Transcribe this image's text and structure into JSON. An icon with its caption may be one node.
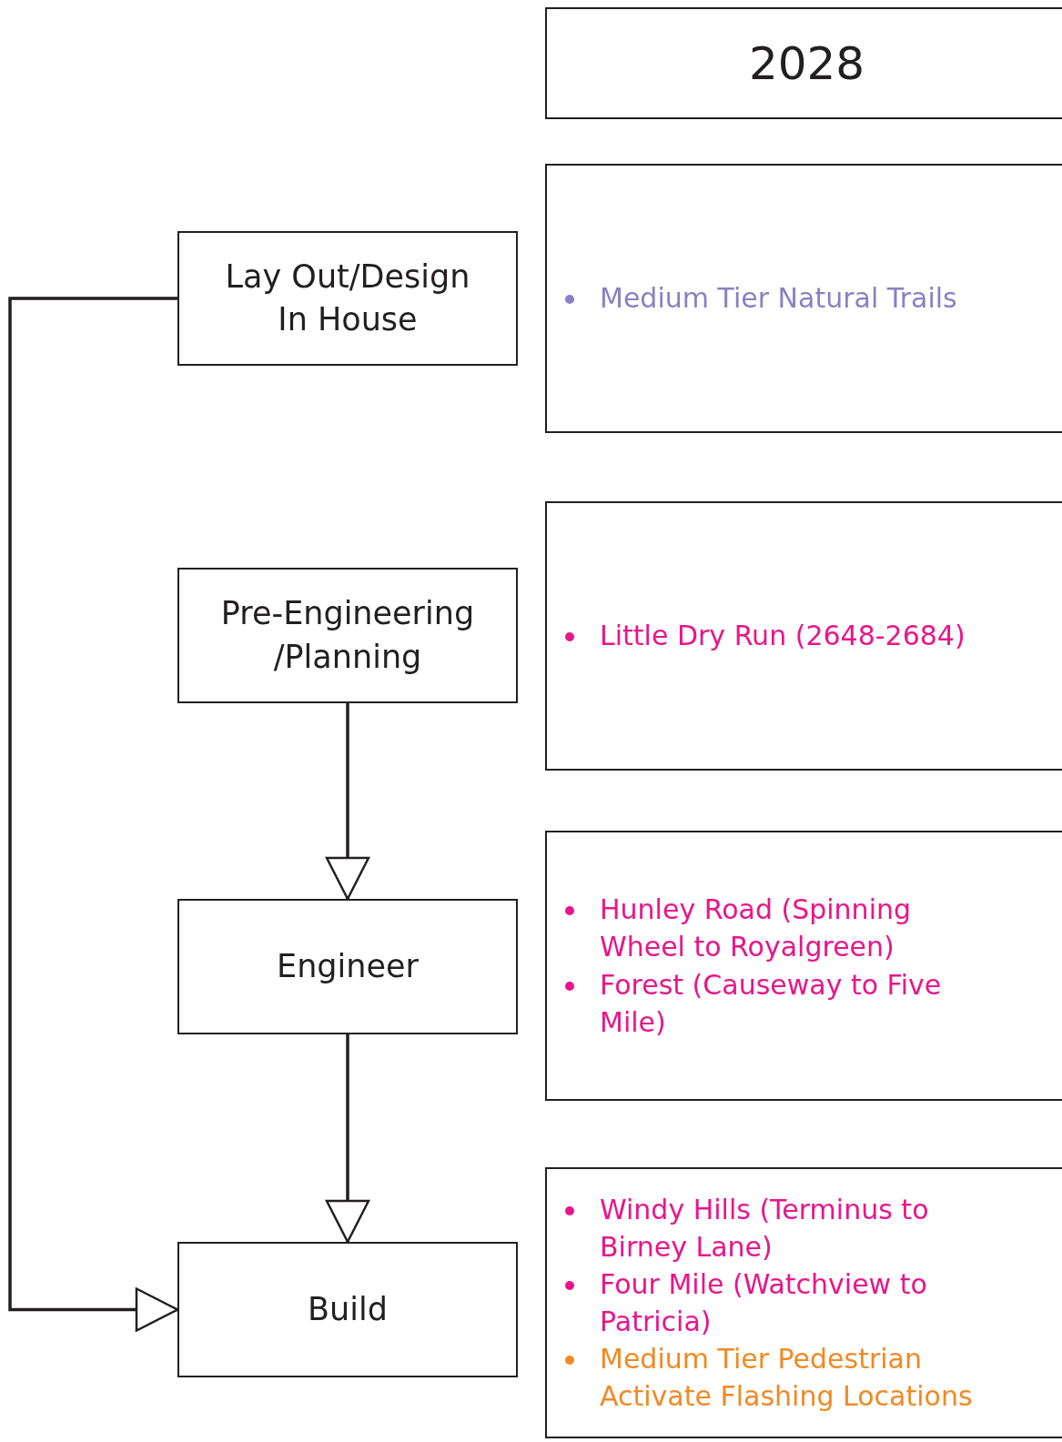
{
  "diagram": {
    "nodes": [
      {
        "text": [
          "2028"
        ]
      },
      {
        "text": [
          "Lay Out/Design In House"
        ]
      },
      {
        "text": [
          "Medium Tier Natural Trails"
        ]
      },
      {
        "text": [
          "Pre-Engineering /Planning"
        ]
      },
      {
        "text": [
          "Little Dry Run (2648-2684)"
        ]
      },
      {
        "text": [
          "Engineer"
        ]
      },
      {
        "text": [
          "Hunley Road (Spinning Wheel to Royalgreen)",
          "Forest (Causeway to Five Mile)"
        ]
      },
      {
        "text": [
          "Build"
        ]
      },
      {
        "text": [
          "Windy Hills (Terminus to Birney Lane)",
          "Four Mile (Watchview to Patricia)",
          "Medium Tier Pedestrian Activate Flashing Locations"
        ]
      }
    ],
    "edges": [
      {
        "from": 3,
        "to": 5,
        "arrow": "to"
      },
      {
        "from": 5,
        "to": 7,
        "arrow": "to"
      },
      {
        "from": 1,
        "to": 7,
        "arrow": "to"
      }
    ]
  }
}
